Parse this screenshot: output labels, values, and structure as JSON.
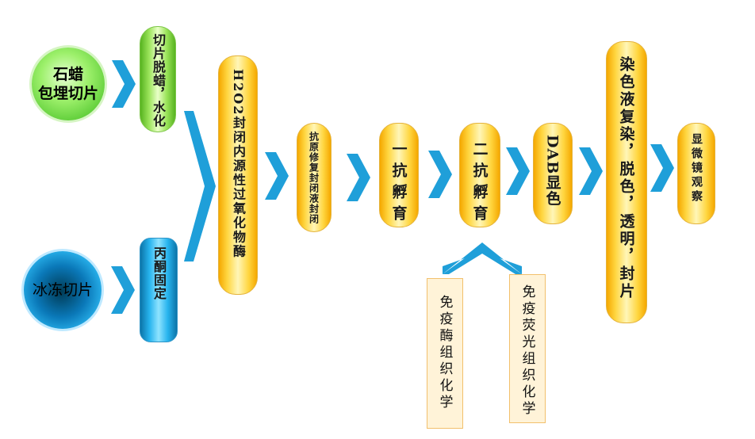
{
  "nodes": {
    "paraffin": "石蜡包埋切片",
    "paraffin_lines": [
      "石蜡",
      "包埋切片"
    ],
    "section_dewax": "切片脱蜡，水化",
    "frozen": "冰冻切片",
    "acetone_fix": "丙酮固定",
    "h2o2": "H2O2封闭内源性过氧化物酶",
    "antigen_retrieval": "抗原修复封闭液封闭",
    "primary": "一抗孵育",
    "secondary": "二抗孵育",
    "dab": "DAB显色",
    "counterstain": "染色液复染，脱色，透明，封片",
    "microscope": "显微镜观察",
    "ihc": "免疫酶组织化学",
    "if": "免疫荧光组织化学"
  },
  "colors": {
    "arrow": "#1f9fd9",
    "pill_yellow": "#ffd640",
    "pill_green": "#9be45a",
    "pill_blue": "#27b4ee",
    "peach": "#fff3d8"
  }
}
